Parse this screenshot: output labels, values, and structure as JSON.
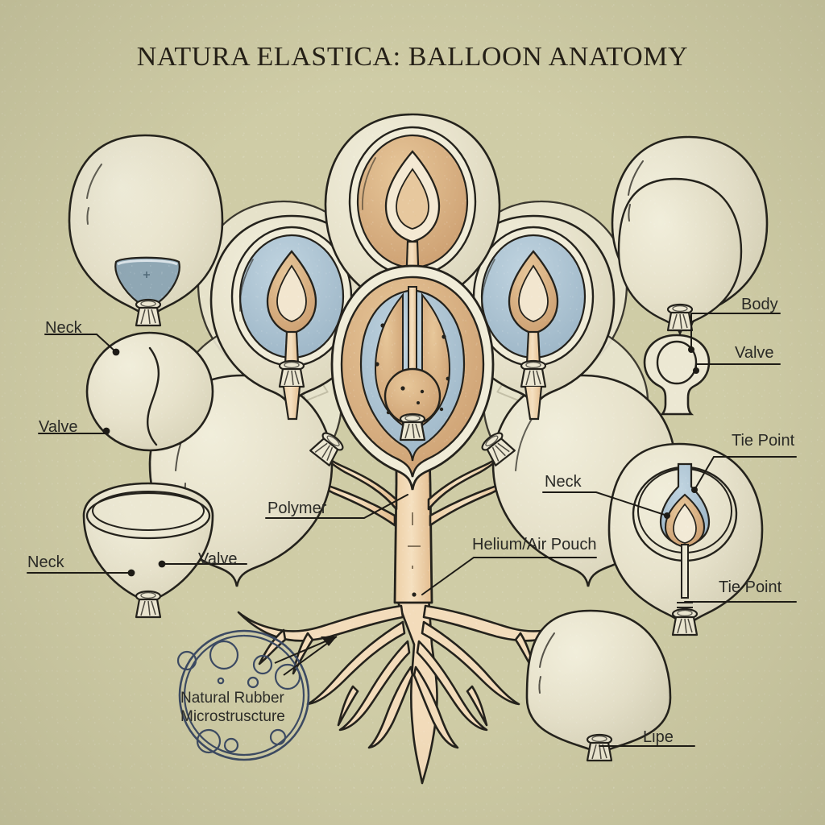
{
  "page": {
    "title": "NATURA ELASTICA: BALLOON ANATOMY",
    "background_color": "#cfcca6",
    "ink_color": "#24221c",
    "accent_tan": "#d9ae7b",
    "accent_blue": "#a9c2d2",
    "balloon_fill": "#e8e4cf",
    "inset_ring_color": "#3c4a63"
  },
  "labels": {
    "neck_upper_left": "Neck",
    "valve_upper_left": "Valve",
    "neck_lower_left": "Neck",
    "valve_lower_left": "Valve",
    "polymer": "Polymer",
    "helium_air_pouch": "Helium/Air Pouch",
    "body_right": "Body",
    "valve_right": "Valve",
    "neck_right": "Neck",
    "tie_point_upper": "Tie Point",
    "tie_point_lower": "Tie Point",
    "lipe": "Lipe"
  },
  "inset": {
    "caption_line1": "Natural Rubber",
    "caption_line2": "Microstruscture"
  },
  "specimens": [
    {
      "name": "balloon-with-liquid",
      "position": "top-left",
      "note": "cream balloon with blue-grey fluid pool"
    },
    {
      "name": "valve-detail-oval",
      "position": "mid-left",
      "note": "oval cross-section with S curve"
    },
    {
      "name": "uninflated-cup-balloon",
      "position": "lower-left",
      "note": "cup shaped balloon with rim"
    },
    {
      "name": "double-outline-balloon",
      "position": "top-right",
      "note": "two overlapping balloon outlines"
    },
    {
      "name": "valve-cross-section",
      "position": "mid-right",
      "note": "loop and stem valve glyph"
    },
    {
      "name": "cutaway-balloon",
      "position": "lower-right",
      "note": "cutaway showing inner blue and tan bud"
    },
    {
      "name": "plain-balloon",
      "position": "bottom-right",
      "note": "plain cream balloon"
    },
    {
      "name": "balloon-tree",
      "position": "center",
      "note": "tree of balloon blossoms with roots"
    }
  ]
}
